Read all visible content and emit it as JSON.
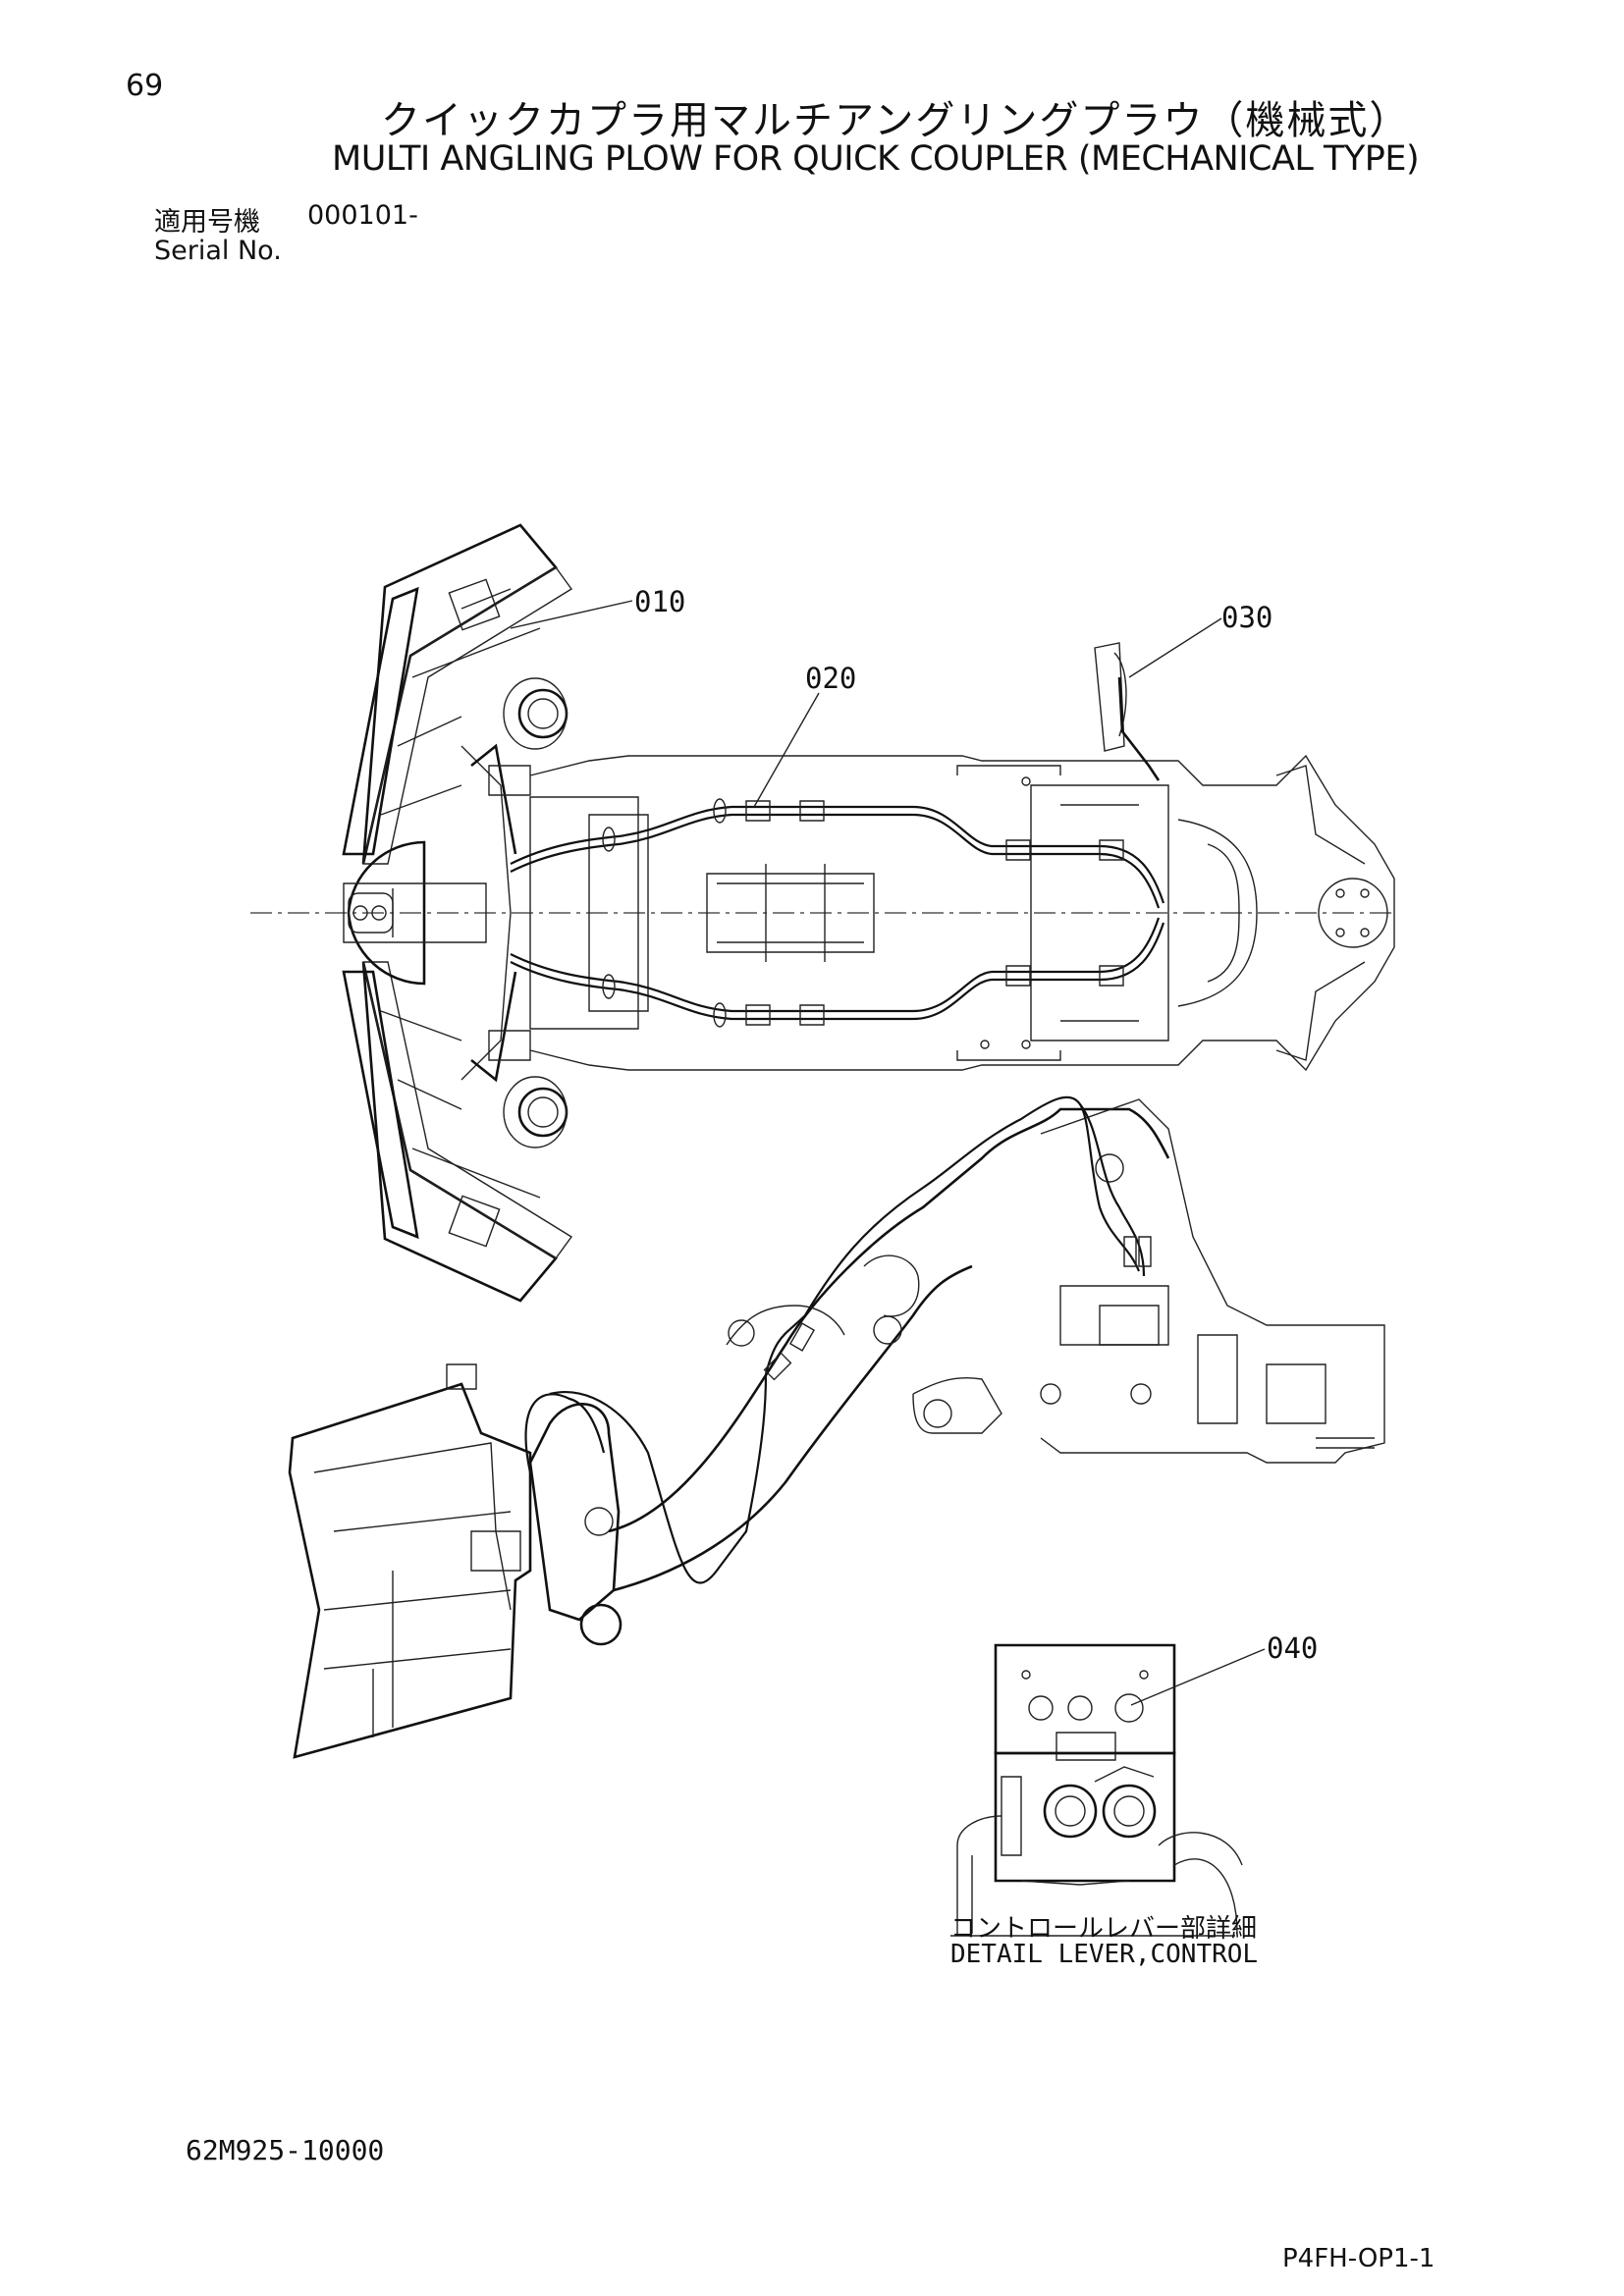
{
  "page": {
    "page_number": "69",
    "title_jp": "クイックカプラ用マルチアングリングプラウ（機械式）",
    "title_en": "MULTI ANGLING PLOW FOR QUICK COUPLER (MECHANICAL TYPE)",
    "serial_label_jp": "適用号機",
    "serial_value": "000101-",
    "serial_label_en": "Serial No.",
    "detail_caption_jp": "コントロールレバー部詳細",
    "detail_caption_en": "DETAIL LEVER,CONTROL",
    "drawing_number": "62M925-10000",
    "page_code": "P4FH-OP1-1"
  },
  "callouts": [
    {
      "id": "010"
    },
    {
      "id": "020"
    },
    {
      "id": "030"
    },
    {
      "id": "040"
    }
  ]
}
